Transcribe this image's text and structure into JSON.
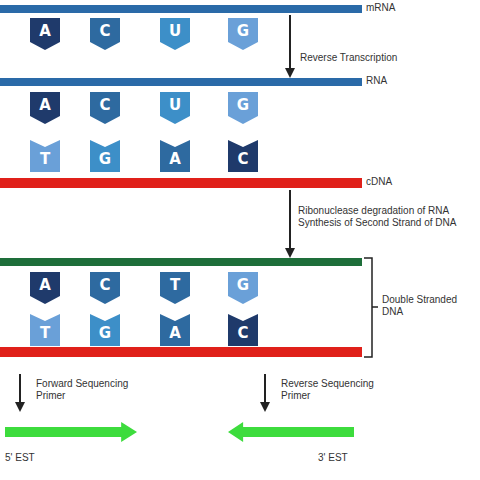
{
  "diagram": {
    "nodes": [
      {
        "text": [
          "mRNA"
        ]
      },
      {
        "text": [
          "A"
        ]
      },
      {
        "text": [
          "C"
        ]
      },
      {
        "text": [
          "U"
        ]
      },
      {
        "text": [
          "G"
        ]
      },
      {
        "text": [
          "RNA"
        ]
      },
      {
        "text": [
          "A"
        ]
      },
      {
        "text": [
          "C"
        ]
      },
      {
        "text": [
          "U"
        ]
      },
      {
        "text": [
          "G"
        ]
      },
      {
        "text": [
          "T"
        ]
      },
      {
        "text": [
          "G"
        ]
      },
      {
        "text": [
          "A"
        ]
      },
      {
        "text": [
          "C"
        ]
      },
      {
        "text": [
          "cDNA"
        ]
      },
      {
        "text": [
          "Double Stranded DNA"
        ]
      },
      {
        "text": [
          "A"
        ]
      },
      {
        "text": [
          "C"
        ]
      },
      {
        "text": [
          "T"
        ]
      },
      {
        "text": [
          "G"
        ]
      },
      {
        "text": [
          "T"
        ]
      },
      {
        "text": [
          "G"
        ]
      },
      {
        "text": [
          "A"
        ]
      },
      {
        "text": [
          "C"
        ]
      },
      {
        "text": [
          "5' EST"
        ]
      },
      {
        "text": [
          "3' EST"
        ]
      }
    ],
    "edges": [
      {
        "from": 0,
        "to": 5,
        "arrow": "to",
        "label": "Reverse Transcription"
      },
      {
        "from": 14,
        "to": 15,
        "arrow": "to",
        "label": "Ribonuclease degradation of RNA Synthesis of Second Strand of DNA"
      }
    ],
    "labels": [
      "Forward Sequencing Primer",
      "Reverse Sequencing Primer"
    ]
  }
}
